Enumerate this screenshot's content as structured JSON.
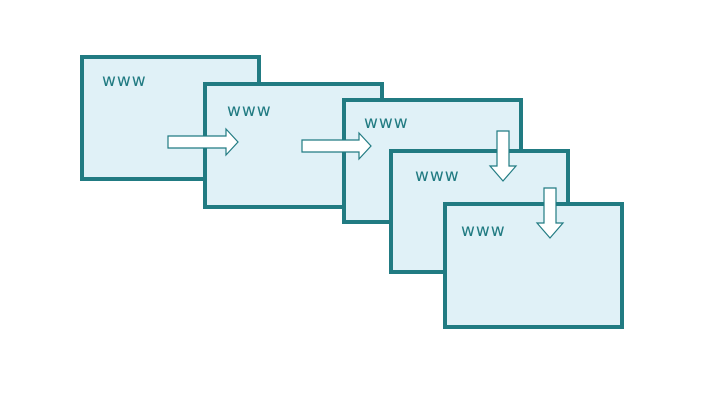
{
  "diagram": {
    "pages": [
      {
        "label": "www"
      },
      {
        "label": "www"
      },
      {
        "label": "www"
      },
      {
        "label": "www"
      },
      {
        "label": "www"
      }
    ],
    "arrows": [
      {
        "direction": "right"
      },
      {
        "direction": "right"
      },
      {
        "direction": "down"
      },
      {
        "direction": "down"
      }
    ]
  },
  "colors": {
    "border": "#217b82",
    "fill": "#e0f1f7",
    "arrow_fill": "#ffffff",
    "text": "#217b82"
  }
}
